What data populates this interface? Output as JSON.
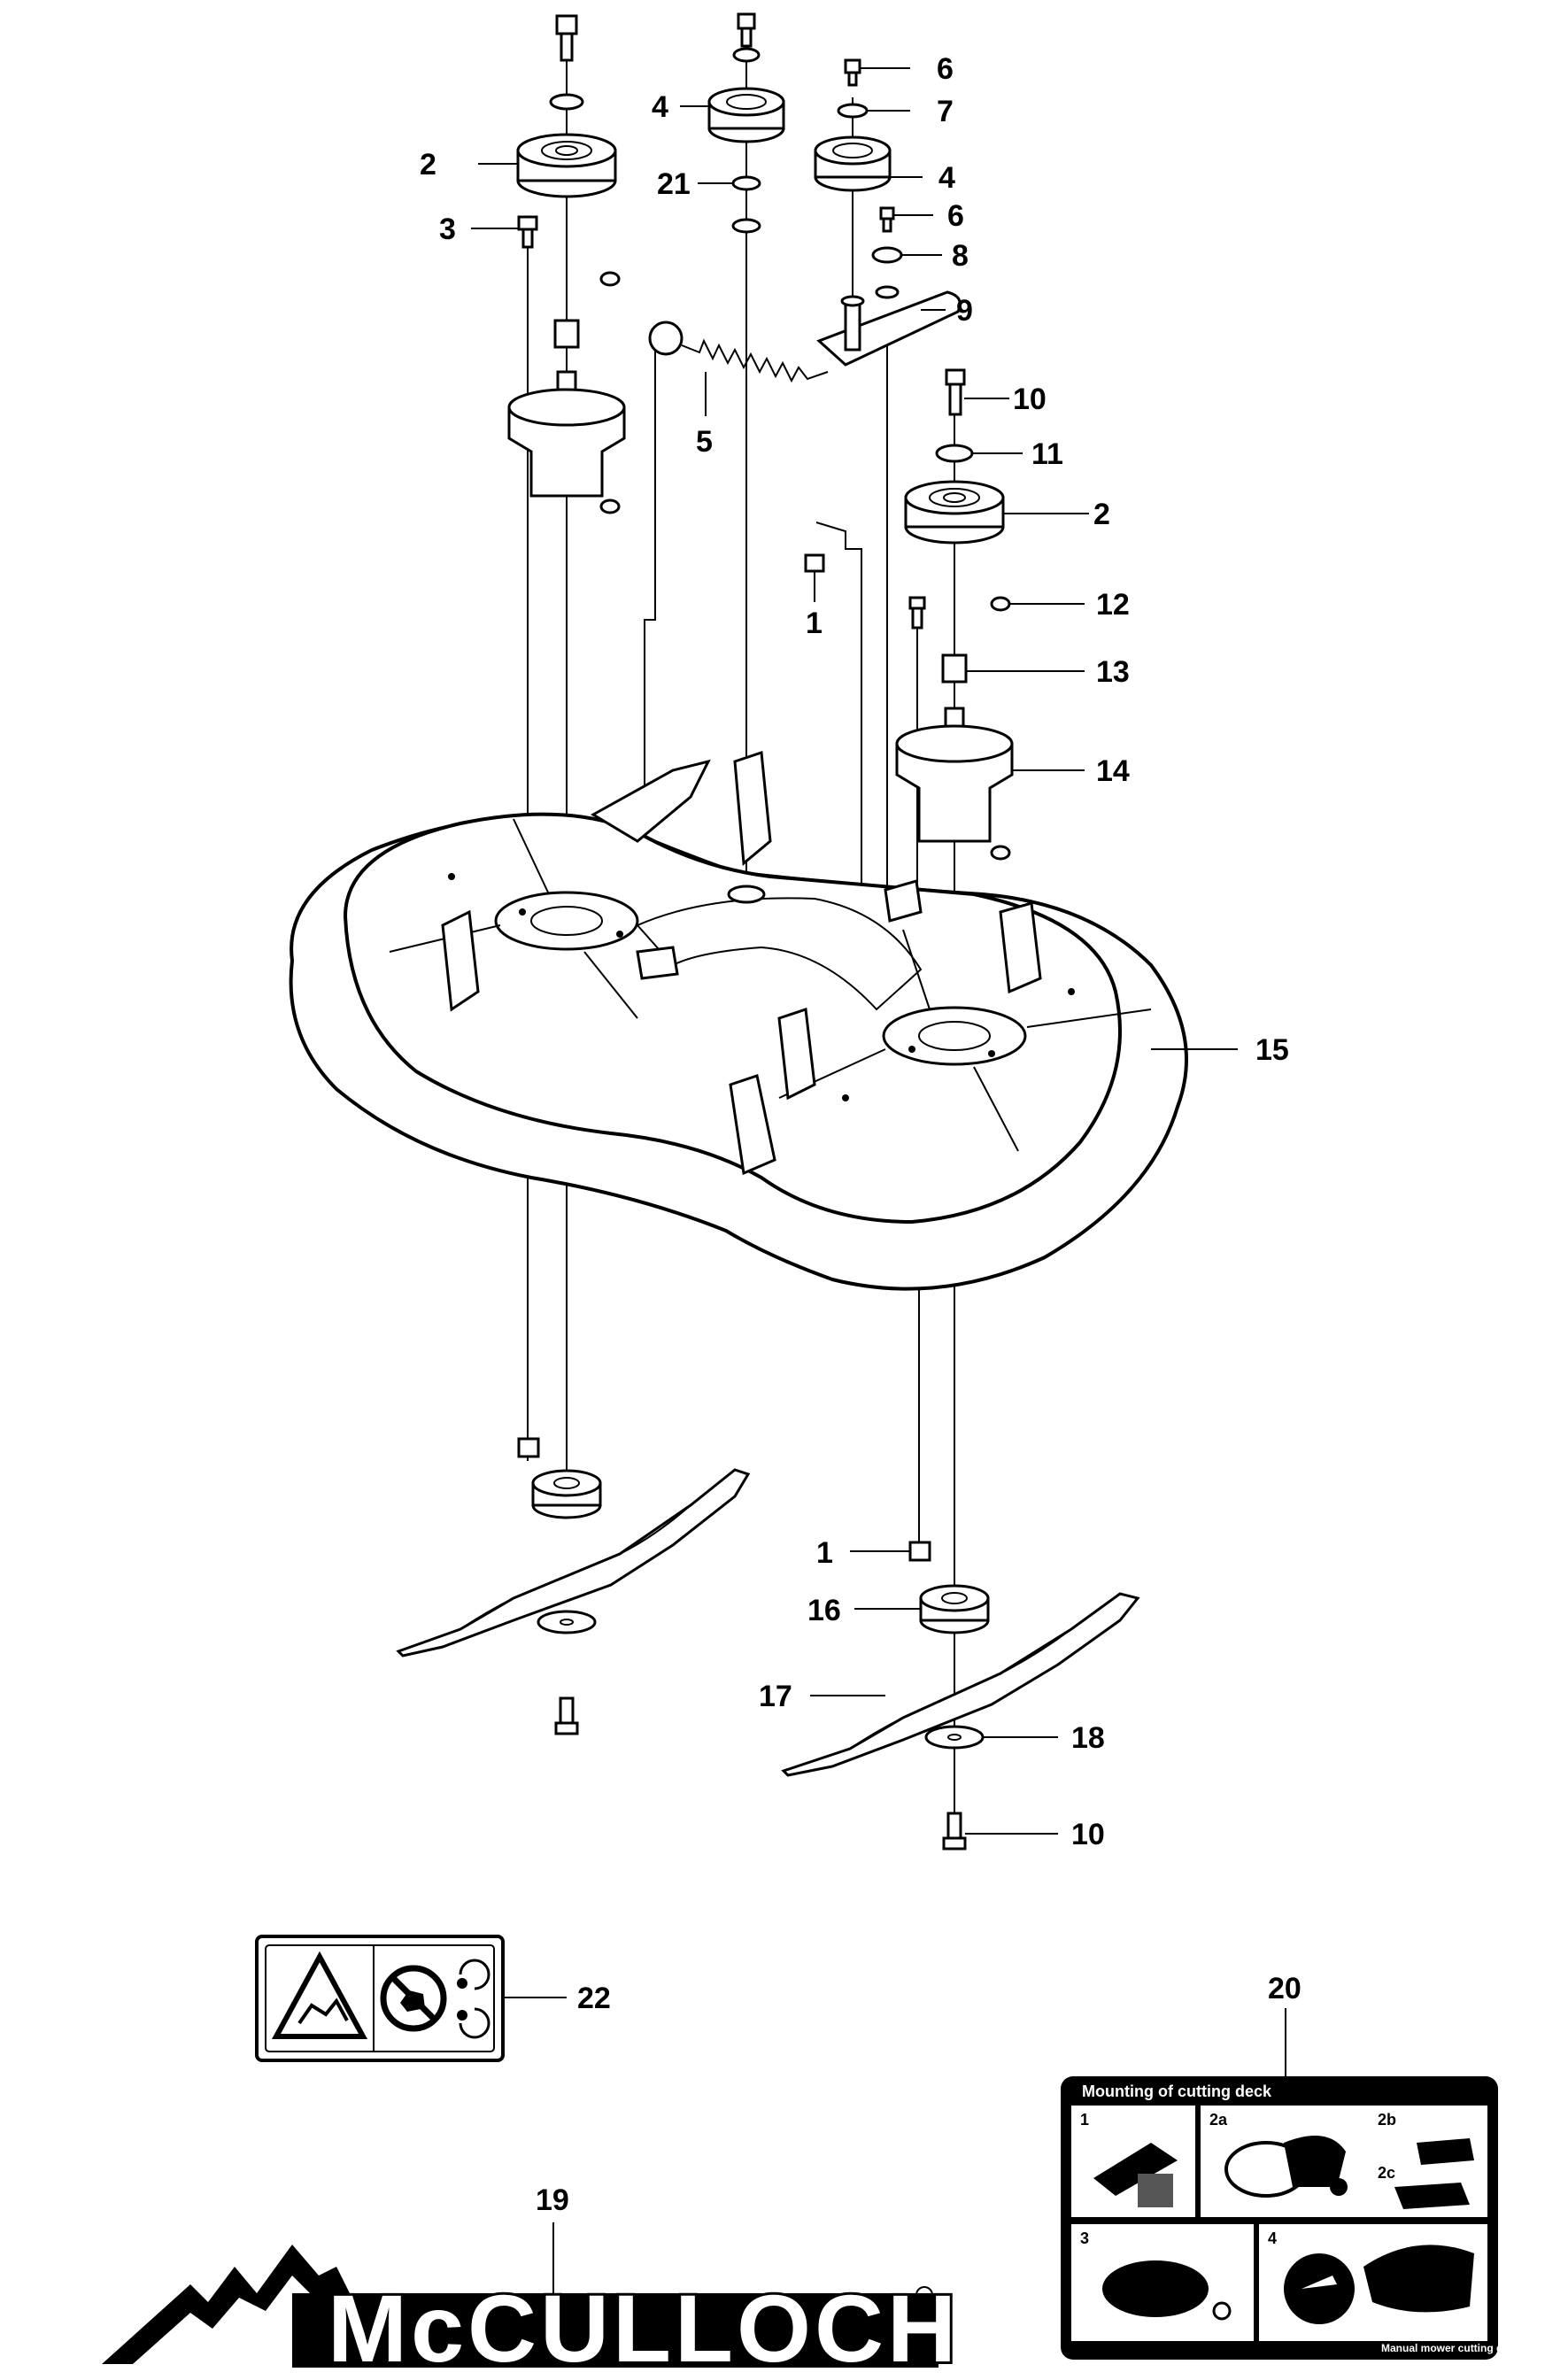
{
  "callouts": [
    {
      "label": "1"
    },
    {
      "label": "1"
    },
    {
      "label": "2"
    },
    {
      "label": "2"
    },
    {
      "label": "3"
    },
    {
      "label": "4"
    },
    {
      "label": "4"
    },
    {
      "label": "5"
    },
    {
      "label": "6"
    },
    {
      "label": "6"
    },
    {
      "label": "7"
    },
    {
      "label": "8"
    },
    {
      "label": "9"
    },
    {
      "label": "10"
    },
    {
      "label": "10"
    },
    {
      "label": "11"
    },
    {
      "label": "12"
    },
    {
      "label": "13"
    },
    {
      "label": "14"
    },
    {
      "label": "15"
    },
    {
      "label": "16"
    },
    {
      "label": "17"
    },
    {
      "label": "18"
    },
    {
      "label": "19"
    },
    {
      "label": "20"
    },
    {
      "label": "21"
    },
    {
      "label": "22"
    }
  ],
  "brand_logo": {
    "text": "McCULLOCH"
  },
  "manual_decal": {
    "title": "Mounting of cutting deck",
    "steps": [
      "1",
      "2a",
      "2b",
      "2c",
      "3",
      "4"
    ],
    "footer": "Manual mower cutting deck"
  },
  "colors": {
    "ink": "#000000",
    "paper": "#ffffff"
  },
  "icons": [
    "warning-triangle-icon",
    "no-hands-icon",
    "rotating-blade-icon"
  ]
}
